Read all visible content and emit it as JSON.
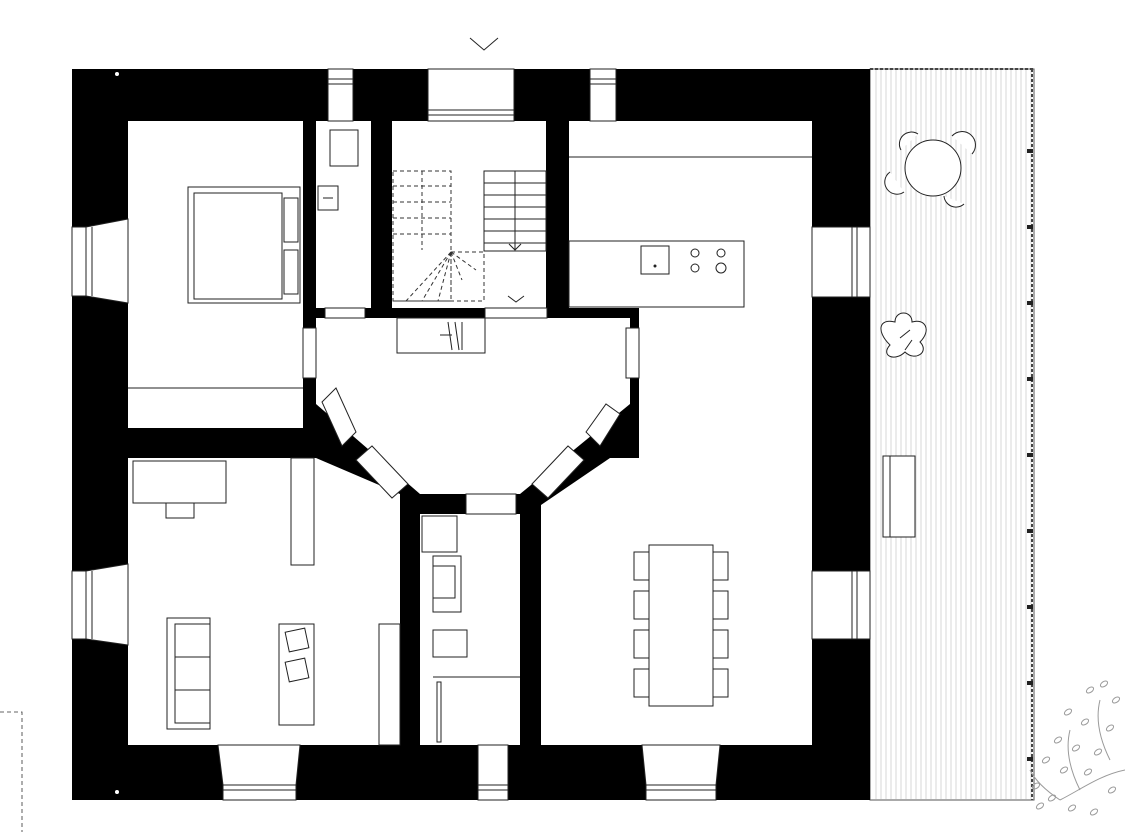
{
  "drawing": {
    "colors": {
      "wall": "#000000",
      "floor": "#ffffff",
      "furniture_line": "#222222",
      "terrace_board": "#bdbdbd",
      "tree_line": "#9a9a9a"
    },
    "entrance_marker": "chevron-down-icon",
    "rooms": [
      {
        "id": "bedroom",
        "furniture": [
          "double-bed",
          "wardrobe"
        ]
      },
      {
        "id": "bathroom",
        "furniture": [
          "toilet",
          "sink"
        ]
      },
      {
        "id": "stair-hall",
        "furniture": [
          "stair-up",
          "stair-down"
        ]
      },
      {
        "id": "kitchen",
        "furniture": [
          "counter",
          "sink",
          "cooktop"
        ]
      },
      {
        "id": "central-hall",
        "furniture": [
          "bench"
        ]
      },
      {
        "id": "living-room",
        "furniture": [
          "desk",
          "sofa",
          "coffee-table",
          "shelf"
        ]
      },
      {
        "id": "utility",
        "furniture": [
          "washer",
          "shelving",
          "door"
        ]
      },
      {
        "id": "dining",
        "furniture": [
          "dining-table",
          "chairs"
        ]
      },
      {
        "id": "terrace",
        "furniture": [
          "round-table",
          "plant",
          "bench"
        ]
      }
    ]
  }
}
